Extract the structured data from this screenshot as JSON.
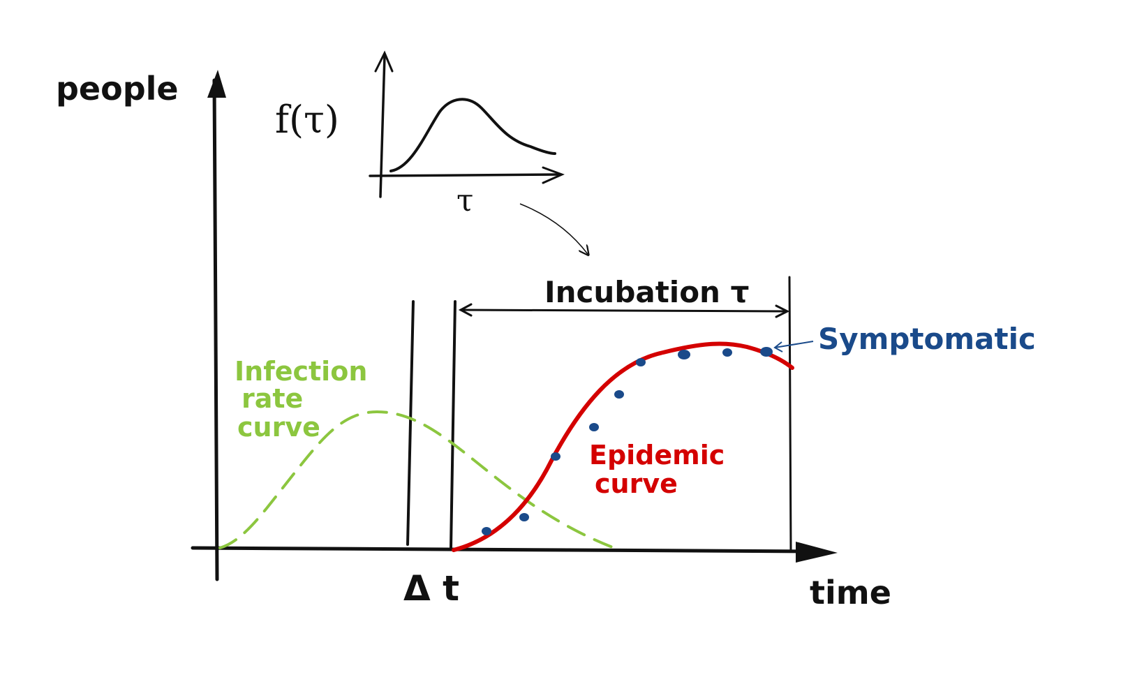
{
  "labels": {
    "people": "people",
    "time": "time",
    "delta_t": "Δ t",
    "incubation": "Incubation τ",
    "f_tau": "f(τ)",
    "tau_axis": "τ",
    "infection_line1": "Infection",
    "infection_line2": "rate",
    "infection_line3": "curve",
    "epidemic_line1": "Epidemic",
    "epidemic_line2": "curve",
    "symptomatic": "Symptomatic"
  },
  "colors": {
    "ink": "#111111",
    "infection": "#8cc63f",
    "epidemic": "#d40000",
    "symptomatic": "#1a4a8a"
  },
  "symptomatic_points_count": 9
}
